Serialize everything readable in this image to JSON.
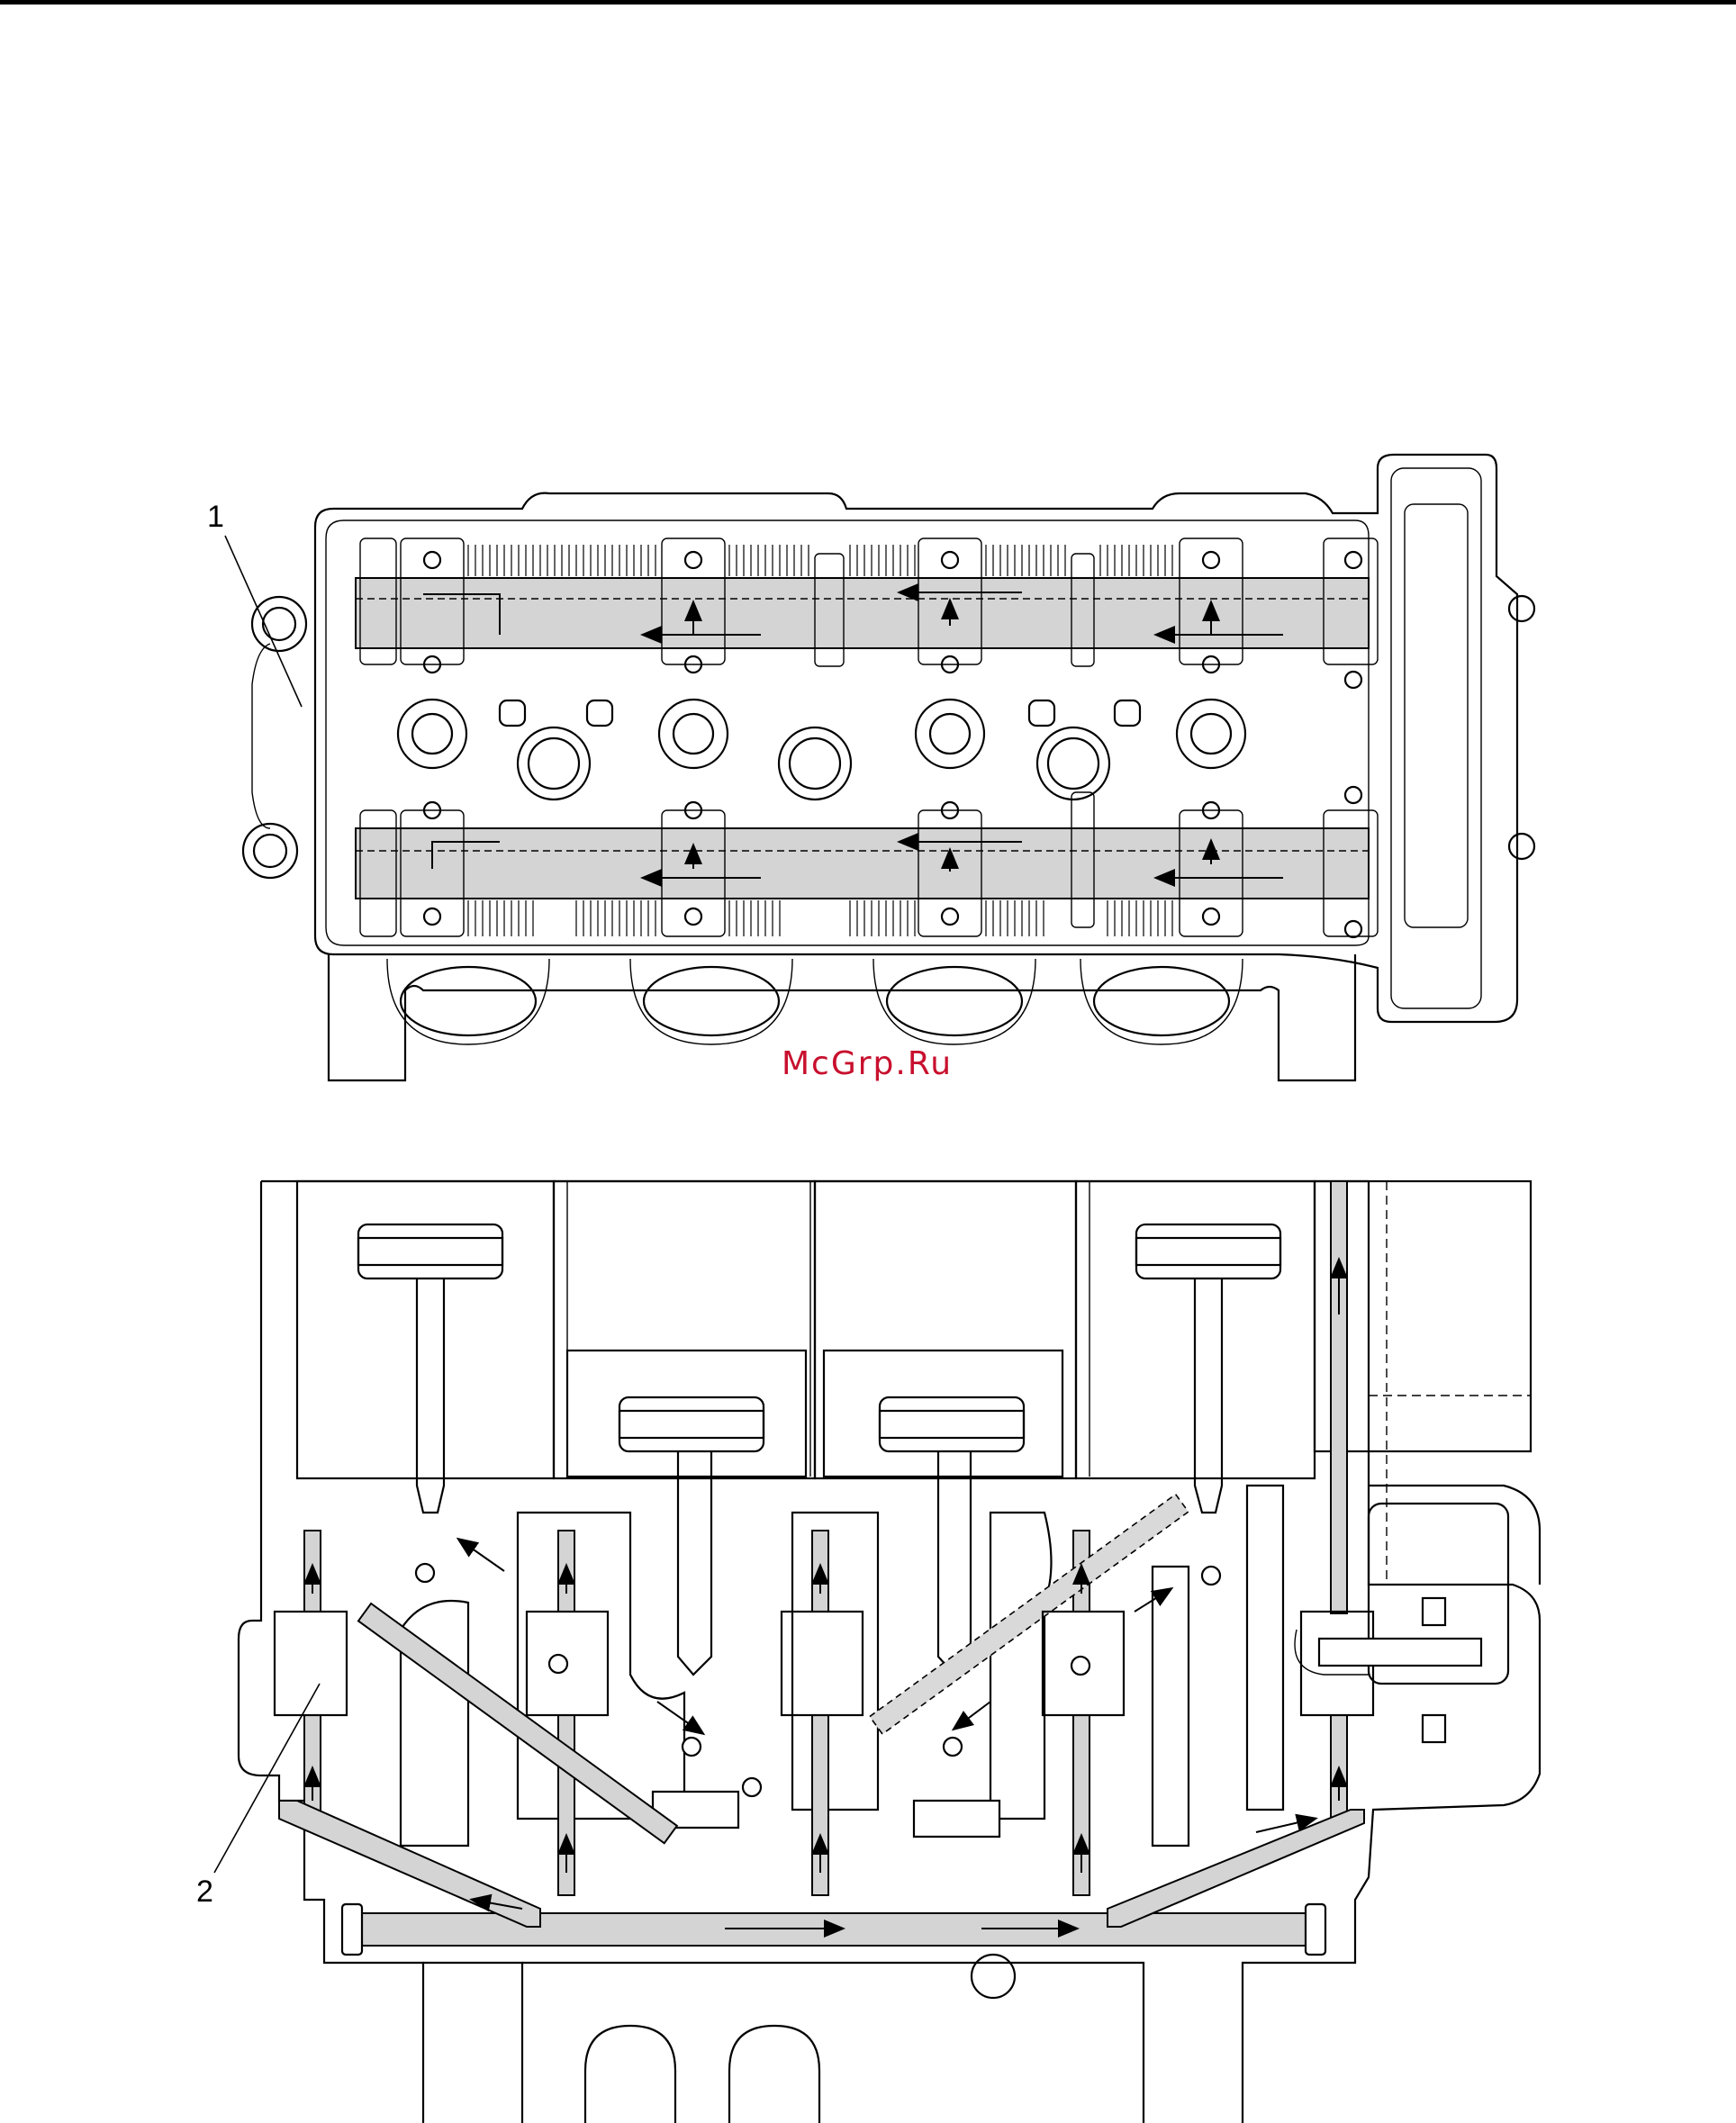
{
  "callouts": {
    "one": "1",
    "two": "2"
  },
  "watermark": "McGrp.Ru",
  "colors": {
    "oil_gallery": "#d4d4d4",
    "watermark": "#c8102e",
    "line": "#000000"
  }
}
